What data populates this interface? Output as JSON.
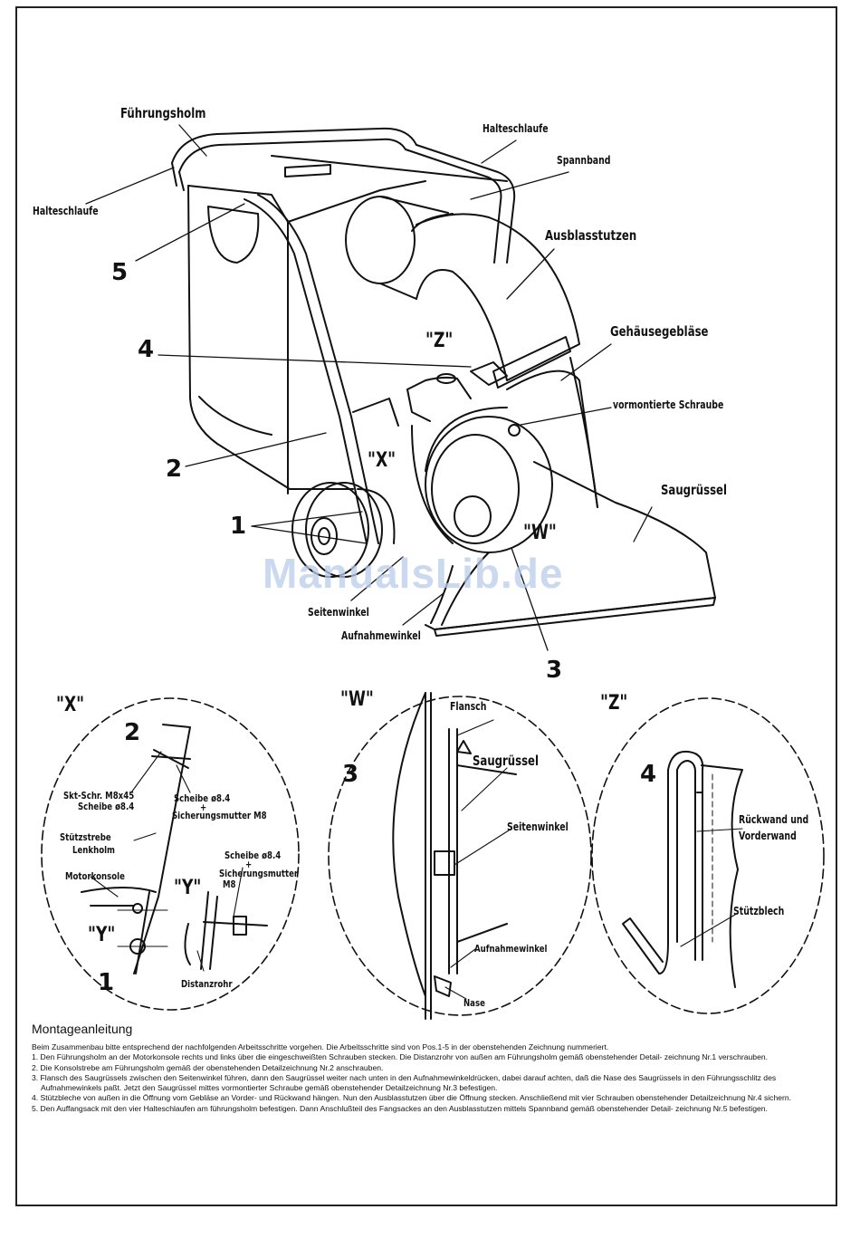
{
  "callouts": {
    "fuehrungsholm": "Führungsholm",
    "halteschlaufe_top": "Halteschlaufe",
    "halteschlaufe_left": "Halteschlaufe",
    "spannband": "Spannband",
    "ausblasstutzen": "Ausblasstutzen",
    "gehaeusegeblaese": "Gehäusegebläse",
    "vormontierte_schraube": "vormontierte Schraube",
    "saugruessel": "Saugrüssel",
    "seitenwinkel": "Seitenwinkel",
    "aufnahmewinkel": "Aufnahmewinkel",
    "view_z": "\"Z\"",
    "view_x": "\"X\"",
    "view_w": "\"W\"",
    "n1": "1",
    "n2": "2",
    "n3": "3",
    "n4": "4",
    "n5": "5"
  },
  "detail_x": {
    "title": "\"X\"",
    "num_top": "2",
    "num_bottom": "1",
    "skt": "Skt-Schr. M8x45",
    "scheibe1": "Scheibe ø8.4",
    "scheibe2": "Scheibe ø8.4",
    "plus1": "+",
    "sicherung1": "Sicherungsmutter M8",
    "stuetzstrebe": "Stützstrebe",
    "lenkholm": "Lenkholm",
    "scheibe3": "Scheibe ø8.4",
    "plus2": "+",
    "sicherung2": "Sicherungsmutter",
    "m8": "M8",
    "motorkonsole": "Motorkonsole",
    "y1": "\"Y\"",
    "y2": "\"Y\"",
    "distanzrohr": "Distanzrohr"
  },
  "detail_w": {
    "title": "\"W\"",
    "num": "3",
    "flansch": "Flansch",
    "saugruessel": "Saugrüssel",
    "seitenwinkel": "Seitenwinkel",
    "aufnahmewinkel": "Aufnahmewinkel",
    "nase": "Nase"
  },
  "detail_z": {
    "title": "\"Z\"",
    "num": "4",
    "rueckwand1": "Rückwand und",
    "rueckwand2": "Vorderwand",
    "stuetzblech": "Stützblech"
  },
  "watermark": "ManualsLib.de",
  "instructions": {
    "title": "Montageanleitung",
    "intro": "Beim Zusammenbau bitte entsprechend der nachfolgenden Arbeitsschritte vorgehen. Die Arbeitsschritte sind von Pos.1-5 in der obenstehenden Zeichnung nummeriert.",
    "steps": [
      "1. Den Führungsholm an der Motorkonsole rechts und links über die eingeschweißten Schrauben stecken. Die Distanzrohr von außen am Führungsholm gemäß obenstehender Detail- zeichnung  Nr.1 verschrauben.",
      "2. Die Konsolstrebe am Führungsholm gemäß der obenstehenden Detailzeichnung Nr.2 anschrauben.",
      "3. Flansch des Saugrüssels zwischen den Seitenwinkel führen, dann den Saugrüssel weiter nach unten in den Aufnahmewinkeldrücken, dabei darauf achten, daß die Nase des Saugrüssels in den Führungsschlitz des Aufnahmewinkels paßt. Jetzt den Saugrüssel mittes vormontierter Schraube gemäß obenstehender Detailzeichnung Nr.3 befestigen.",
      "4. Stützbleche von außen in die Öffnung vom Gebläse an Vorder- und Rückwand hängen. Nun den Ausblasstutzen über die Öffnung stecken. Anschließend mit vier Schrauben obenstehender Detailzeichnung Nr.4 sichern.",
      "5. Den Auffangsack mit den vier Halteschlaufen am führungsholm befestigen. Dann Anschlußteil des Fangsackes an den Ausblasstutzen mittels Spannband gemäß obenstehender Detail- zeichnung Nr.5 befestigen."
    ]
  }
}
